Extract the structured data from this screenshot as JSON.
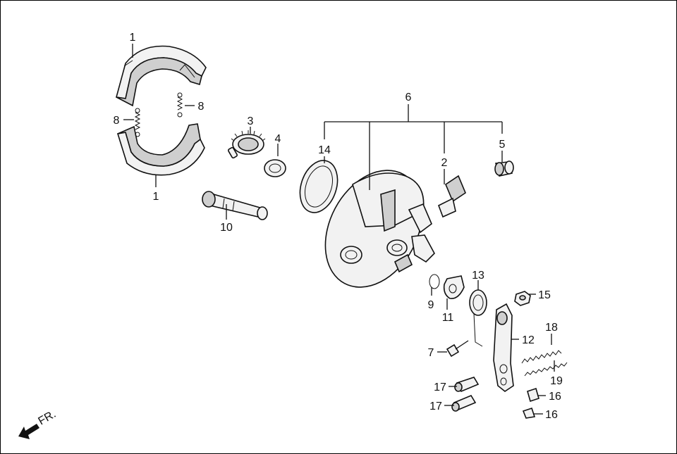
{
  "diagram": {
    "callouts": {
      "c1a": "1",
      "c1b": "1",
      "c2": "2",
      "c3": "3",
      "c4": "4",
      "c5": "5",
      "c6": "6",
      "c7": "7",
      "c8a": "8",
      "c8b": "8",
      "c9": "9",
      "c10": "10",
      "c11": "11",
      "c12": "12",
      "c13": "13",
      "c14": "14",
      "c15": "15",
      "c16a": "16",
      "c16b": "16",
      "c17a": "17",
      "c17b": "17",
      "c18": "18",
      "c19": "19"
    },
    "direction_label": "FR."
  }
}
